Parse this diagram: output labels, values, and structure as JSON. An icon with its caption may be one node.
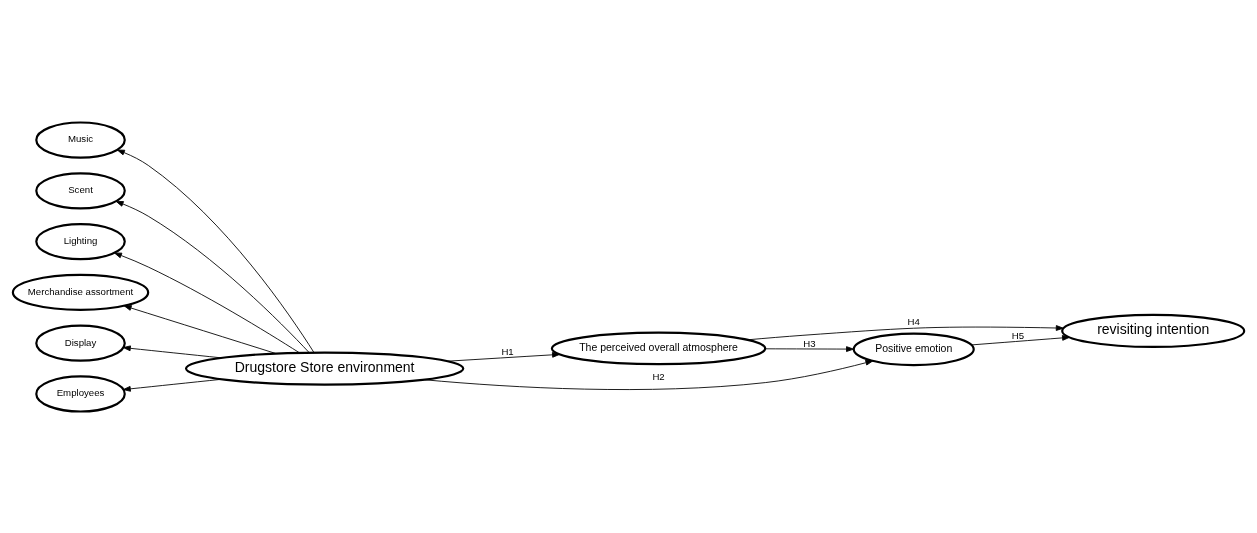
{
  "diagram": {
    "nodes": [
      {
        "text": [
          "Music"
        ]
      },
      {
        "text": [
          "Scent"
        ]
      },
      {
        "text": [
          "Lighting"
        ]
      },
      {
        "text": [
          "Merchandise assortment"
        ]
      },
      {
        "text": [
          "Display"
        ]
      },
      {
        "text": [
          "Employees"
        ]
      },
      {
        "text": [
          "Drugstore Store environment"
        ]
      },
      {
        "text": [
          "The perceived overall atmosphere"
        ]
      },
      {
        "text": [
          "Positive emotion"
        ]
      },
      {
        "text": [
          "revisiting intention"
        ]
      }
    ],
    "edges": [
      {
        "from": 6,
        "to": 0,
        "arrow": "to"
      },
      {
        "from": 6,
        "to": 1,
        "arrow": "to"
      },
      {
        "from": 6,
        "to": 2,
        "arrow": "to"
      },
      {
        "from": 6,
        "to": 3,
        "arrow": "to"
      },
      {
        "from": 6,
        "to": 4,
        "arrow": "to"
      },
      {
        "from": 6,
        "to": 5,
        "arrow": "to"
      },
      {
        "from": 6,
        "to": 7,
        "label": "H1",
        "arrow": "to"
      },
      {
        "from": 6,
        "to": 8,
        "label": "H2",
        "arrow": "to"
      },
      {
        "from": 7,
        "to": 8,
        "label": "H3",
        "arrow": "to"
      },
      {
        "from": 7,
        "to": 9,
        "label": "H4",
        "arrow": "to"
      },
      {
        "from": 8,
        "to": 9,
        "label": "H5",
        "arrow": "to"
      }
    ]
  }
}
